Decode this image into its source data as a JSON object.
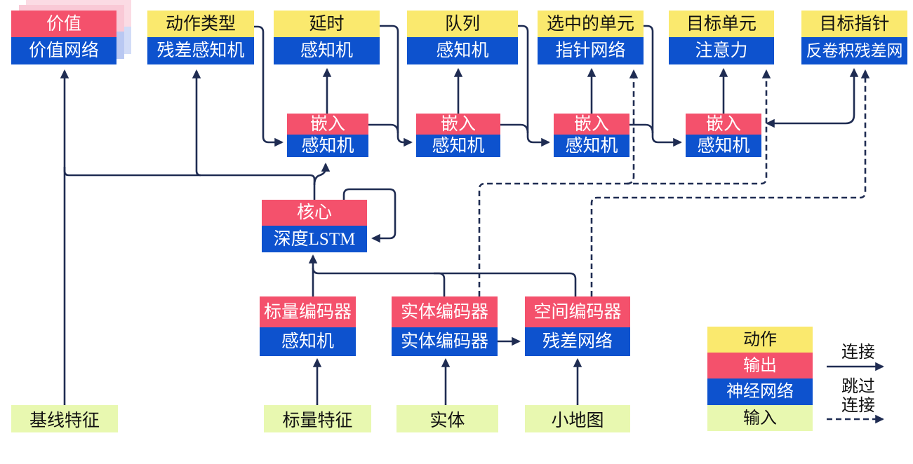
{
  "colors": {
    "yellow": "#fae96e",
    "red": "#f4516c",
    "blue": "#0d52ce",
    "green": "#e8f8b0",
    "line": "#1f2c52",
    "pink_light": "#f9c9d6",
    "blue_light": "#b9c8f2",
    "pink_lighter": "#fbdbe4",
    "blue_lighter": "#d2dcf7",
    "text_dark": "#111111"
  },
  "heads": [
    {
      "top": "价值",
      "bottom": "价值网络"
    },
    {
      "top": "动作类型",
      "bottom": "残差感知机"
    },
    {
      "top": "延时",
      "bottom": "感知机"
    },
    {
      "top": "队列",
      "bottom": "感知机"
    },
    {
      "top": "选中的单元",
      "bottom": "指针网络"
    },
    {
      "top": "目标单元",
      "bottom": "注意力"
    },
    {
      "top": "目标指针",
      "bottom": "反卷积残差网"
    }
  ],
  "embeds": [
    {
      "top": "嵌入",
      "bottom": "感知机"
    },
    {
      "top": "嵌入",
      "bottom": "感知机"
    },
    {
      "top": "嵌入",
      "bottom": "感知机"
    },
    {
      "top": "嵌入",
      "bottom": "感知机"
    }
  ],
  "core": {
    "top": "核心",
    "bottom": "深度LSTM"
  },
  "encoders": [
    {
      "top": "标量编码器",
      "bottom": "感知机"
    },
    {
      "top": "实体编码器",
      "bottom": "实体编码器"
    },
    {
      "top": "空间编码器",
      "bottom": "残差网络"
    }
  ],
  "inputs": [
    "基线特征",
    "标量特征",
    "实体",
    "小地图"
  ],
  "legend": {
    "items": [
      {
        "label": "动作"
      },
      {
        "label": "输出"
      },
      {
        "label": "神经网络"
      },
      {
        "label": "输入"
      }
    ],
    "solid_label": "连接",
    "dashed_label_line1": "跳过",
    "dashed_label_line2": "连接"
  }
}
